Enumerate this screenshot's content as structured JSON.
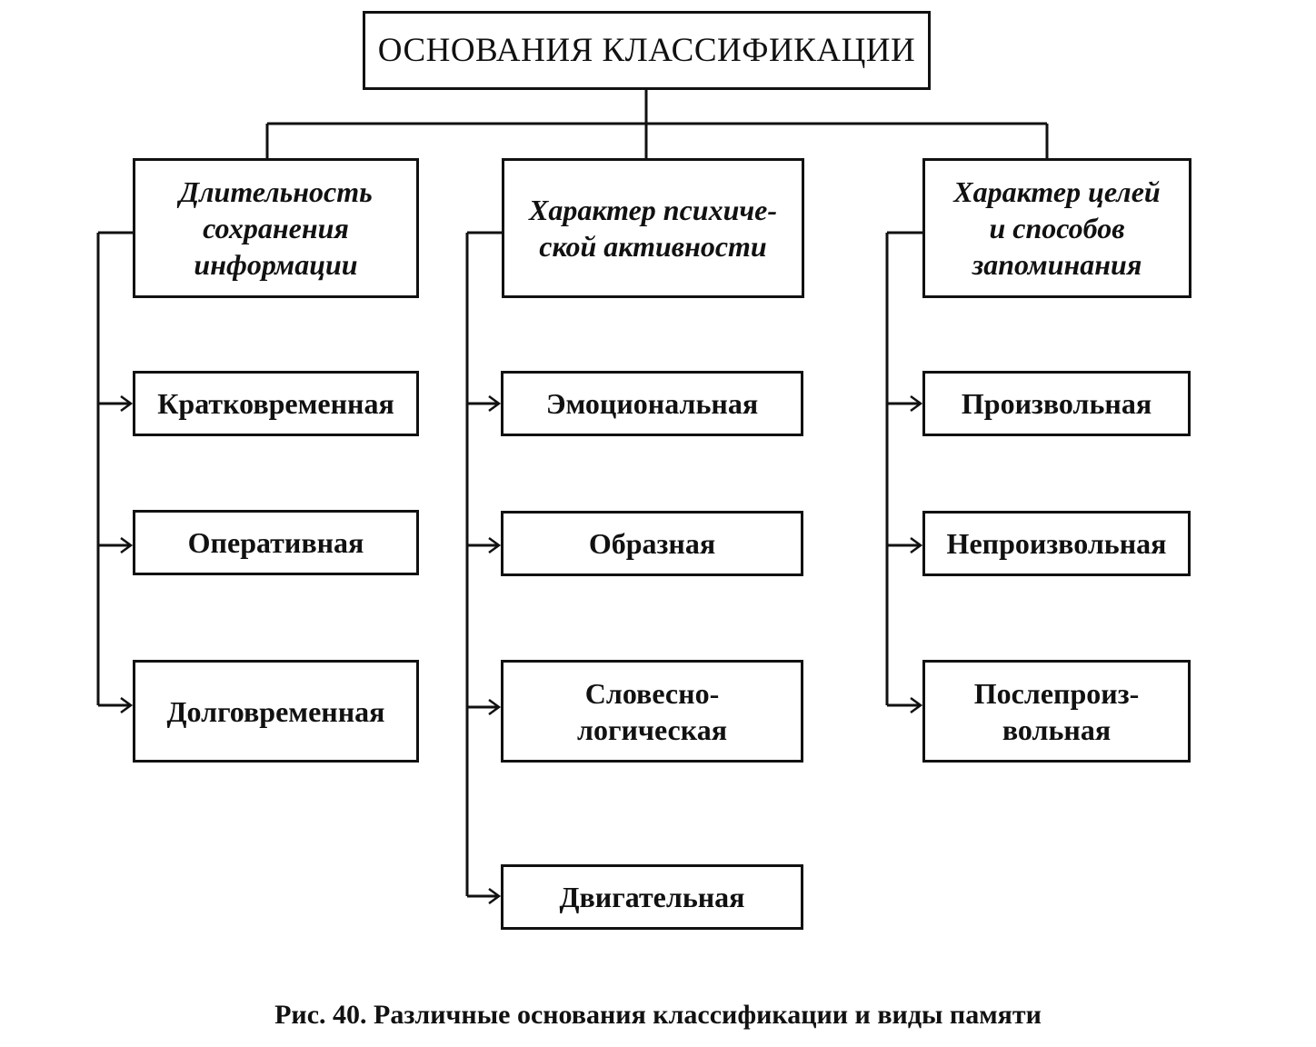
{
  "diagram": {
    "root": "ОСНОВАНИЯ КЛАССИФИКАЦИИ",
    "categories": [
      {
        "label": "Длительность\nсохранения\nинформации",
        "items": [
          "Кратковременная",
          "Оперативная",
          "Долговременная"
        ]
      },
      {
        "label": "Характер психиче-\nской активности",
        "items": [
          "Эмоциональная",
          "Образная",
          "Словесно-\nлогическая",
          "Двигательная"
        ]
      },
      {
        "label": "Характер целей\nи способов\nзапоминания",
        "items": [
          "Произвольная",
          "Непроизвольная",
          "Послепроиз-\nвольная"
        ]
      }
    ],
    "caption": "Рис. 40. Различные основания классификации и виды памяти"
  }
}
